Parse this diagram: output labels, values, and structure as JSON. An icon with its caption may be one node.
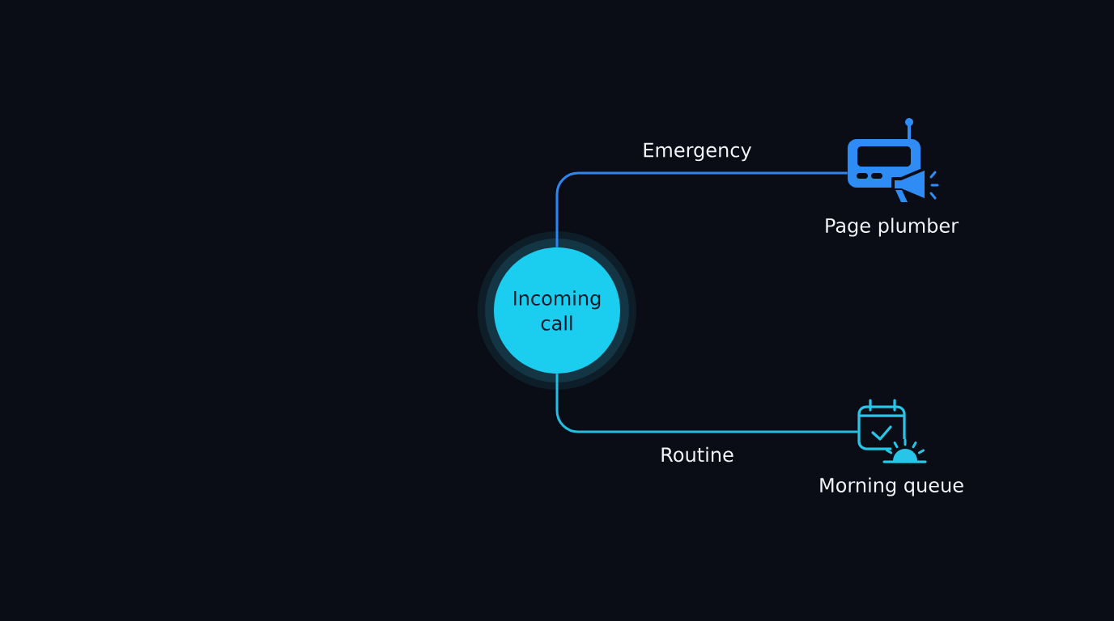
{
  "diagram": {
    "nodes": [
      {
        "text": [
          "Incoming call"
        ]
      },
      {
        "text": [],
        "shape": "picture",
        "beside": [
          "Page plumber"
        ]
      },
      {
        "text": [],
        "shape": "picture",
        "beside": [
          "Morning queue"
        ]
      }
    ],
    "edges": [
      {
        "from": 0,
        "to": 1,
        "arrow": "none",
        "label": "Emergency",
        "color": "#2f86f0"
      },
      {
        "from": 0,
        "to": 2,
        "arrow": "none",
        "label": "Routine",
        "color": "#22bfe0"
      }
    ]
  }
}
